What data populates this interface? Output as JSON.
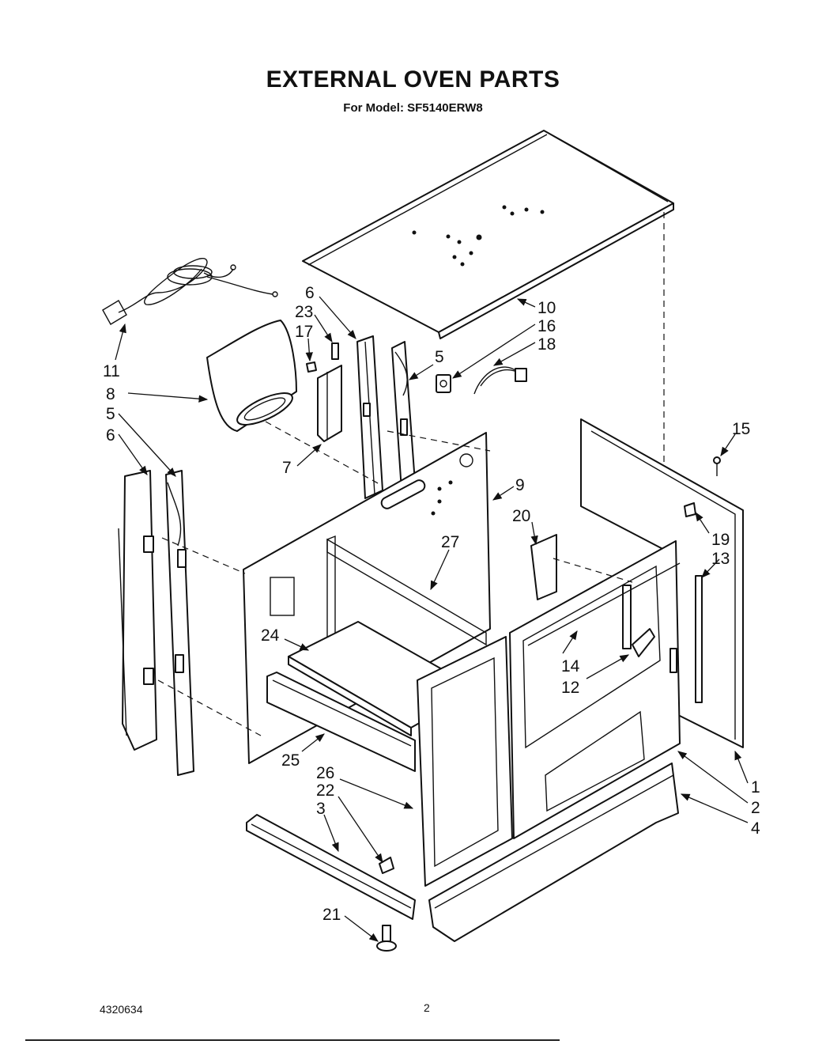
{
  "header": {
    "title": "EXTERNAL OVEN PARTS",
    "subtitle": "For Model: SF5140ERW8"
  },
  "diagram": {
    "callouts": [
      {
        "id": "c10",
        "text": "10"
      },
      {
        "id": "c16",
        "text": "16"
      },
      {
        "id": "c18",
        "text": "18"
      },
      {
        "id": "c6a",
        "text": "6"
      },
      {
        "id": "c23",
        "text": "23"
      },
      {
        "id": "c17",
        "text": "17"
      },
      {
        "id": "c5a",
        "text": "5"
      },
      {
        "id": "c11",
        "text": "11"
      },
      {
        "id": "c8",
        "text": "8"
      },
      {
        "id": "c5b",
        "text": "5"
      },
      {
        "id": "c6b",
        "text": "6"
      },
      {
        "id": "c7",
        "text": "7"
      },
      {
        "id": "c9",
        "text": "9"
      },
      {
        "id": "c15",
        "text": "15"
      },
      {
        "id": "c20",
        "text": "20"
      },
      {
        "id": "c19",
        "text": "19"
      },
      {
        "id": "c13",
        "text": "13"
      },
      {
        "id": "c27",
        "text": "27"
      },
      {
        "id": "c24",
        "text": "24"
      },
      {
        "id": "c14",
        "text": "14"
      },
      {
        "id": "c12",
        "text": "12"
      },
      {
        "id": "c25",
        "text": "25"
      },
      {
        "id": "c1",
        "text": "1"
      },
      {
        "id": "c2",
        "text": "2"
      },
      {
        "id": "c4",
        "text": "4"
      },
      {
        "id": "c26",
        "text": "26"
      },
      {
        "id": "c22",
        "text": "22"
      },
      {
        "id": "c3",
        "text": "3"
      },
      {
        "id": "c21",
        "text": "21"
      }
    ]
  },
  "footer": {
    "doc_number": "4320634",
    "page_number": "2"
  }
}
